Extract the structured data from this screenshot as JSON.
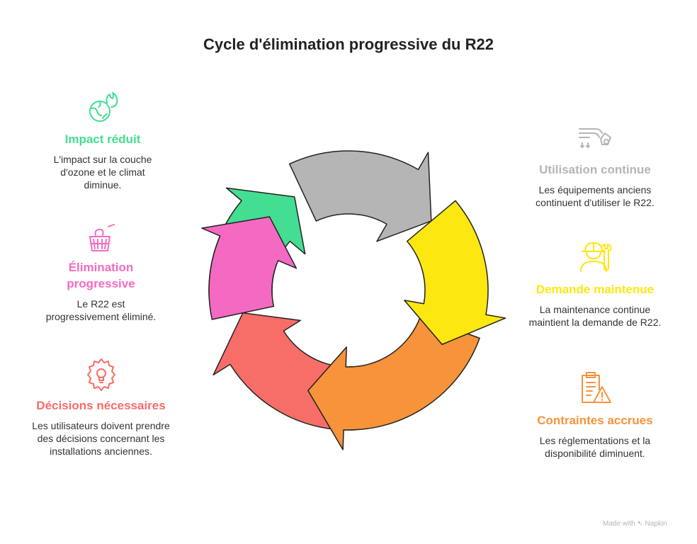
{
  "title": "Cycle d'élimination progressive du R22",
  "footer": {
    "made_with": "Made with",
    "brand": "Napkin"
  },
  "stages": [
    {
      "id": "utilisation",
      "heading": "Utilisation continue",
      "description": "Les équipements anciens continuent d'utiliser le R22.",
      "color": "#b5b5b5",
      "icon": "equipment-icon"
    },
    {
      "id": "demande",
      "heading": "Demande maintenue",
      "description": "La maintenance continue maintient la demande de R22.",
      "color": "#fde710",
      "icon": "technician-icon"
    },
    {
      "id": "contraintes",
      "heading": "Contraintes accrues",
      "description": "Les réglementations et la disponibilité diminuent.",
      "color": "#f7933a",
      "icon": "regulation-warning-icon"
    },
    {
      "id": "decisions",
      "heading": "Décisions nécessaires",
      "description": "Les utilisateurs doivent prendre des décisions concernant les installations anciennes.",
      "color": "#f76d68",
      "icon": "gear-lightbulb-icon"
    },
    {
      "id": "elimination",
      "heading": "Élimination progressive",
      "description": "Le R22 est progressivement éliminé.",
      "color": "#f46ac2",
      "icon": "disposal-basket-icon"
    },
    {
      "id": "impact",
      "heading": "Impact réduit",
      "description": "L'impact sur la couche d'ozone et le climat diminue.",
      "color": "#43de91",
      "icon": "globe-fire-icon"
    }
  ]
}
